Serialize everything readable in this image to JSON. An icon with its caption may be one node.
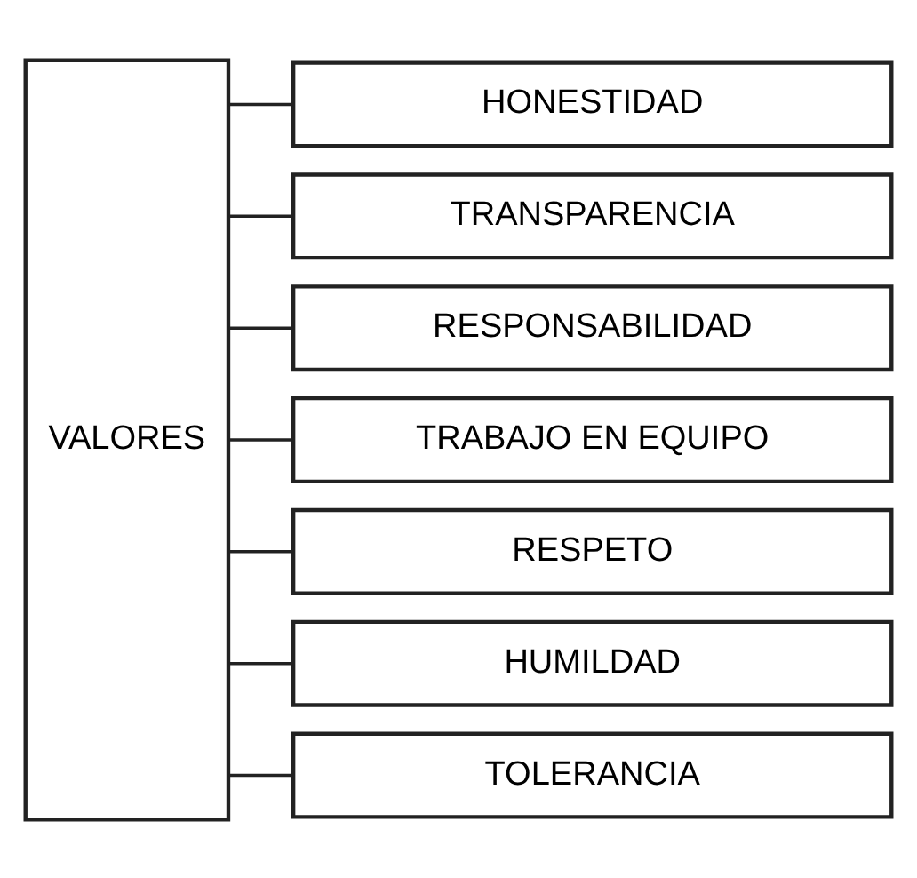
{
  "diagram": {
    "nodes": [
      {
        "text": [
          "VALORES"
        ]
      },
      {
        "text": [
          "HONESTIDAD"
        ]
      },
      {
        "text": [
          "TRANSPARENCIA"
        ]
      },
      {
        "text": [
          "RESPONSABILIDAD"
        ]
      },
      {
        "text": [
          "TRABAJO EN EQUIPO"
        ]
      },
      {
        "text": [
          "RESPETO"
        ]
      },
      {
        "text": [
          "HUMILDAD"
        ]
      },
      {
        "text": [
          "TOLERANCIA"
        ]
      }
    ],
    "edges": [
      {
        "from": 0,
        "to": 1,
        "arrow": "none"
      },
      {
        "from": 0,
        "to": 2,
        "arrow": "none"
      },
      {
        "from": 0,
        "to": 3,
        "arrow": "none"
      },
      {
        "from": 0,
        "to": 4,
        "arrow": "none"
      },
      {
        "from": 0,
        "to": 5,
        "arrow": "none"
      },
      {
        "from": 0,
        "to": 6,
        "arrow": "none"
      },
      {
        "from": 0,
        "to": 7,
        "arrow": "none"
      }
    ]
  }
}
